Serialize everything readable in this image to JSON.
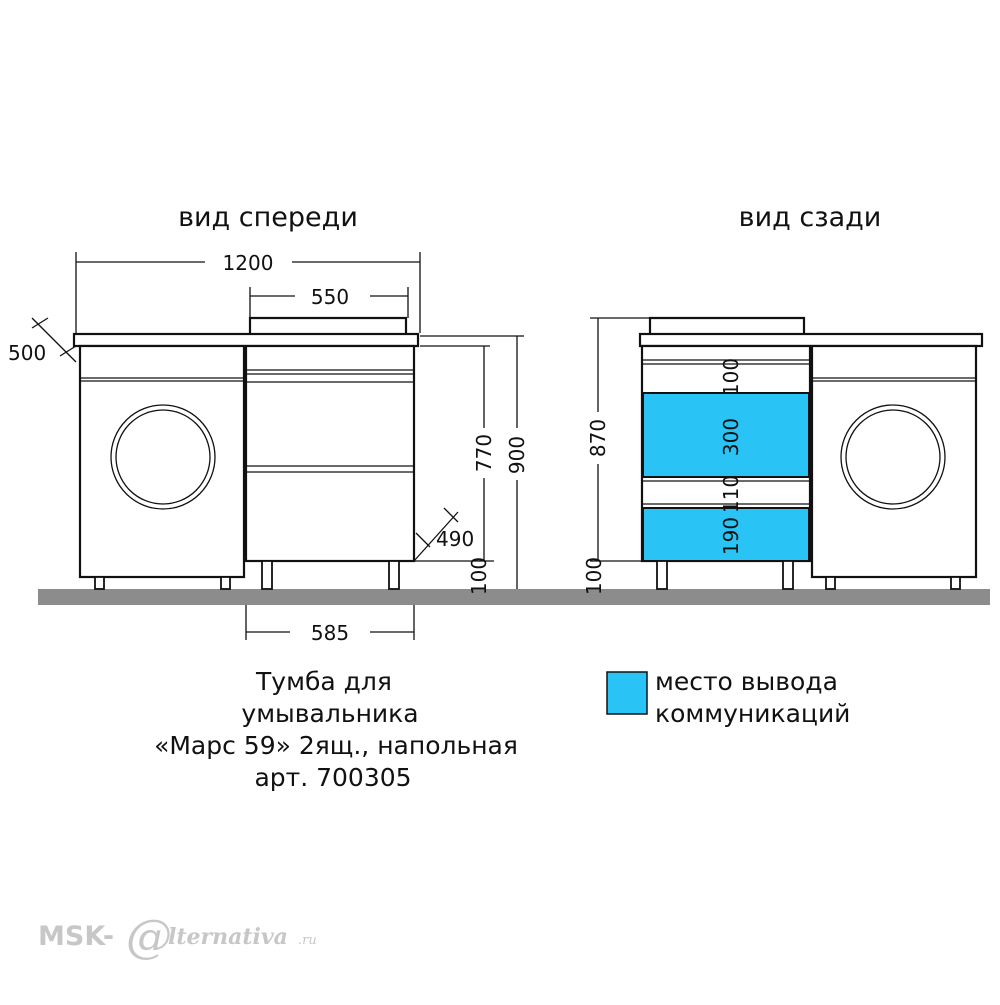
{
  "views": {
    "front_title": "вид спереди",
    "back_title": "вид сзади"
  },
  "dimensions": {
    "total_width": "1200",
    "sink_width": "550",
    "depth_left": "500",
    "height_body": "770",
    "height_total": "900",
    "depth_cabinet": "490",
    "leg_height_front": "100",
    "base_width": "585",
    "back_height": "870",
    "back_zone_top": "100",
    "back_zone_main": "300",
    "back_zone_mid": "110",
    "back_zone_low": "190",
    "leg_height_back": "100"
  },
  "caption": {
    "line1": "Тумба для",
    "line2": "умывальника",
    "line3": "«Марс 59» 2ящ., напольная",
    "line4": "арт. 700305"
  },
  "legend": {
    "line1": "место вывода",
    "line2": "коммуникаций",
    "color": "#29c4f5"
  },
  "watermark": {
    "brand": "MSK-",
    "symbol": "@",
    "rest": "lternativa",
    "tld": ".ru"
  },
  "colors": {
    "floor": "#8c8c8c",
    "highlight": "#29c4f5",
    "line": "#111111"
  }
}
